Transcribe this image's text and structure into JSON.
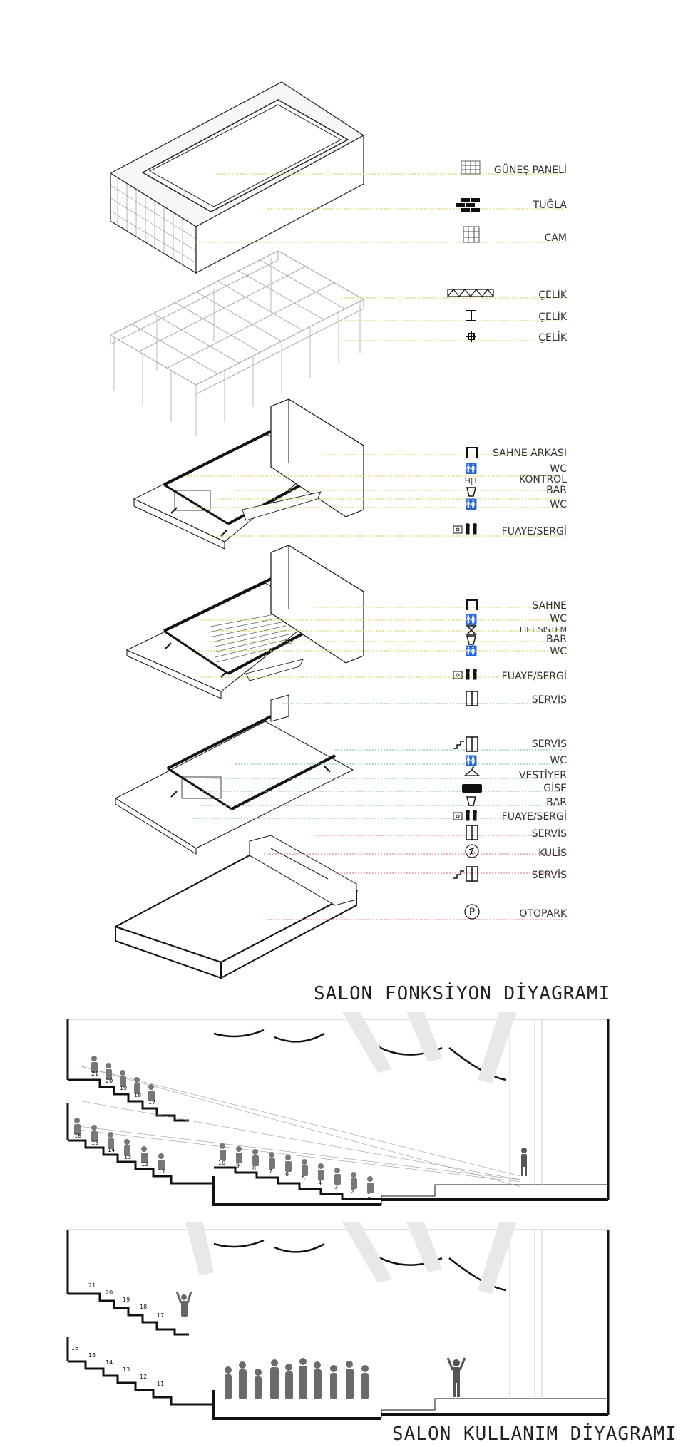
{
  "colors": {
    "yellow": "#e4d36a",
    "teal": "#8ec2bf",
    "red": "#e58c8c",
    "ink": "#111111"
  },
  "legend": {
    "roof": [
      {
        "label": "GÜNEŞ PANELİ",
        "icon": "solar-panel-icon"
      },
      {
        "label": "TUĞLA",
        "icon": "brick-icon"
      },
      {
        "label": "CAM",
        "icon": "glass-icon"
      }
    ],
    "structure": [
      {
        "label": "ÇELİK",
        "icon": "truss-icon"
      },
      {
        "label": "ÇELİK",
        "icon": "i-beam-icon"
      },
      {
        "label": "ÇELİK",
        "icon": "column-icon"
      }
    ],
    "floor3": [
      {
        "label": "SAHNE ARKASI",
        "icon": "stage-frame-icon"
      },
      {
        "label": "WC",
        "icon": "wc-icon"
      },
      {
        "label": "KONTROL",
        "icon": "control-icon"
      },
      {
        "label": "BAR",
        "icon": "bar-icon"
      },
      {
        "label": "WC",
        "icon": "wc-icon"
      },
      {
        "label": "FUAYE/SERGİ",
        "icon": "exhibition-icon"
      }
    ],
    "floor2": [
      {
        "label": "SAHNE",
        "icon": "stage-frame-icon"
      },
      {
        "label": "WC",
        "icon": "wc-icon"
      },
      {
        "label": "LIFT SISTEM",
        "icon": "lift-icon"
      },
      {
        "label": "BAR",
        "icon": "bar-icon"
      },
      {
        "label": "WC",
        "icon": "wc-icon"
      },
      {
        "label": "FUAYE/SERGİ",
        "icon": "exhibition-icon"
      },
      {
        "label": "SERVİS",
        "icon": "elevator-icon"
      }
    ],
    "floor1": [
      {
        "label": "SERVİS",
        "icon": "stair-elevator-icon"
      },
      {
        "label": "WC",
        "icon": "wc-icon"
      },
      {
        "label": "VESTİYER",
        "icon": "hanger-icon"
      },
      {
        "label": "GİŞE",
        "icon": "ticket-icon"
      },
      {
        "label": "BAR",
        "icon": "bar-icon"
      },
      {
        "label": "FUAYE/SERGİ",
        "icon": "exhibition-icon"
      },
      {
        "label": "SERVİS",
        "icon": "elevator-icon"
      },
      {
        "label": "KULİS",
        "icon": "backstage-icon"
      },
      {
        "label": "SERVİS",
        "icon": "stair-elevator-icon"
      }
    ],
    "basement": [
      {
        "label": "OTOPARK",
        "icon": "parking-icon"
      }
    ]
  },
  "section1": {
    "title": "SALON FONKSİYON DİYAGRAMI",
    "upper_balcony": [
      "21",
      "20",
      "19",
      "18",
      "17"
    ],
    "lower_balcony": [
      "16",
      "15",
      "14",
      "13",
      "12",
      "11"
    ],
    "stalls": [
      "10",
      "9",
      "8",
      "7",
      "6",
      "5",
      "4",
      "3",
      "2",
      "1"
    ]
  },
  "section2": {
    "title": "SALON KULLANIM DİYAGRAMI",
    "upper_balcony": [
      "21",
      "20",
      "19",
      "18",
      "17"
    ],
    "lower_balcony": [
      "16",
      "15",
      "14",
      "13",
      "12",
      "11"
    ]
  }
}
